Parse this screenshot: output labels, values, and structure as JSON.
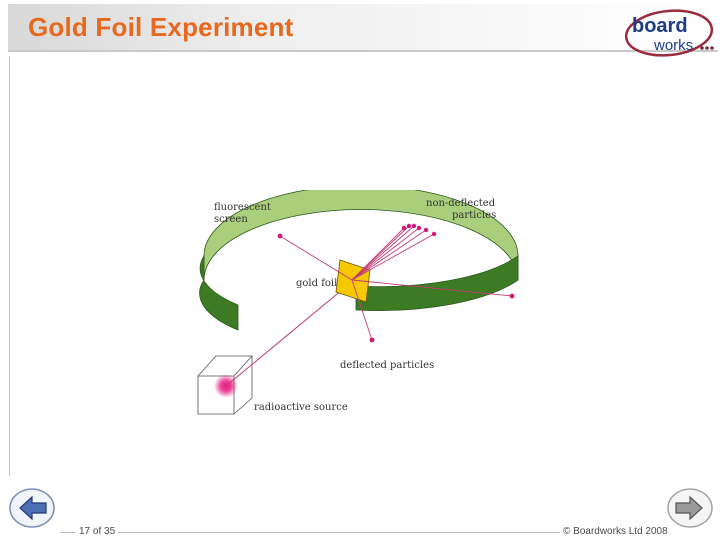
{
  "slide": {
    "title": "Gold Foil Experiment",
    "logo_word1": "board",
    "logo_word2": "works"
  },
  "figure": {
    "labels": {
      "screen_line1": "fluorescent",
      "screen_line2": "screen",
      "nondeflected_line1": "non-deflected",
      "nondeflected_line2": "particles",
      "gold_foil": "gold foil",
      "deflected": "deflected particles",
      "source": "radioactive source"
    },
    "colors": {
      "screen_green_light": "#a9cf7c",
      "screen_green_dark": "#3d7a24",
      "foil_gold": "#f5c800",
      "particle_magenta": "#d4197a",
      "beam": "#c23c78"
    }
  },
  "footer": {
    "page_counter": "17 of 35",
    "copyright": "© Boardworks Ltd 2008"
  },
  "nav": {
    "prev_icon": "arrow-left-icon",
    "next_icon": "arrow-right-icon",
    "colors": {
      "prev": "#4a6fb3",
      "next": "#9a9a9a"
    }
  }
}
